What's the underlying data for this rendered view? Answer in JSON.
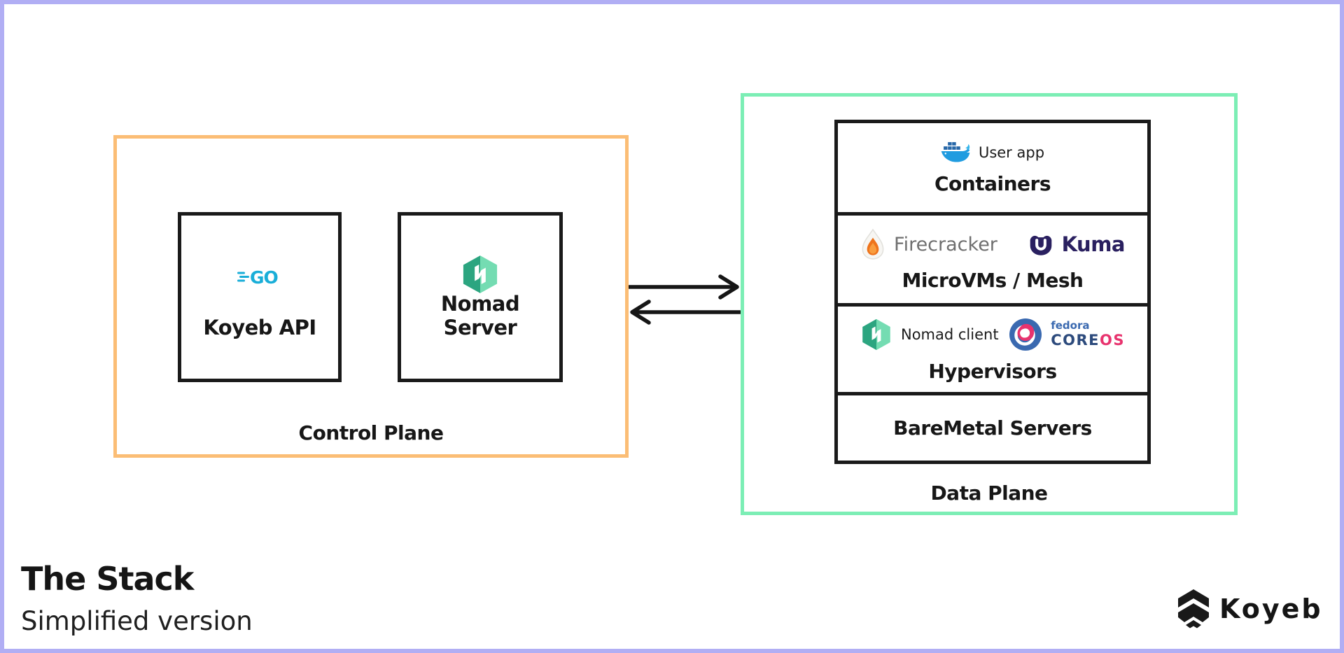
{
  "page": {
    "title": "The Stack",
    "subtitle": "Simplified version"
  },
  "brand": {
    "name": "Koyeb",
    "icon": "koyeb-hex-chevrons"
  },
  "control_plane": {
    "label": "Control Plane",
    "nodes": [
      {
        "label": "Koyeb API",
        "icon": "go-logo"
      },
      {
        "label": "Nomad Server",
        "icon": "nomad-logo"
      }
    ]
  },
  "arrows": {
    "type": "bidirectional",
    "directions": [
      "right",
      "left"
    ]
  },
  "data_plane": {
    "label": "Data Plane",
    "layers": [
      {
        "title": "Containers",
        "logos": [
          {
            "icon": "docker-whale",
            "text": "User app"
          }
        ]
      },
      {
        "title": "MicroVMs / Mesh",
        "logos": [
          {
            "icon": "firecracker-flame",
            "text": "Firecracker"
          },
          {
            "icon": "kuma-bear",
            "text": "Kuma"
          }
        ]
      },
      {
        "title": "Hypervisors",
        "logos": [
          {
            "icon": "nomad-hexagon",
            "text": "Nomad client"
          },
          {
            "icon": "fedora-coreos",
            "text_small": "fedora",
            "text_core": "CORE",
            "text_os": "OS"
          }
        ]
      },
      {
        "title": "BareMetal Servers",
        "logos": []
      }
    ]
  },
  "colors": {
    "outer_border": "#b1aef4",
    "control_plane_border": "#fbbd75",
    "data_plane_border": "#7ceeb5",
    "box_border": "#1a1a1a",
    "text": "#171717",
    "firecracker_text": "#6f6f6f",
    "kuma_indigo": "#2a2060",
    "fedora_blue": "#3a69b0",
    "fedora_navy": "#2c4a7c",
    "coreos_pink": "#e8336e",
    "docker_blue": "#2196d8",
    "go_cyan": "#19aed8",
    "nomad_green_dark": "#2ca580",
    "nomad_green_light": "#74dcb2",
    "brand_black": "#191919"
  }
}
